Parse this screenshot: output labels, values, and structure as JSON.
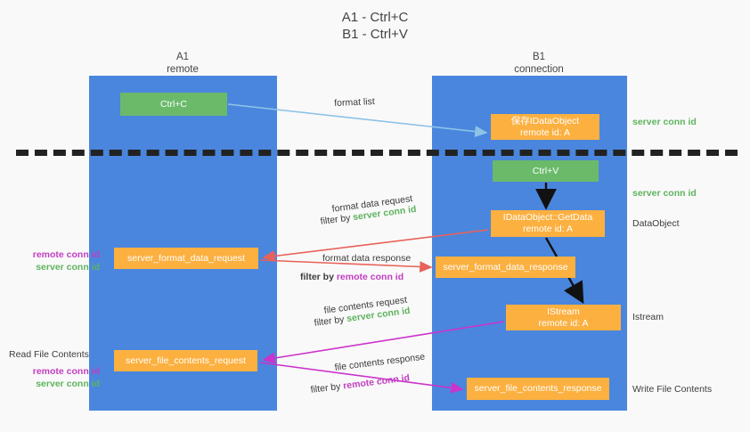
{
  "title": {
    "line1": "A1 - Ctrl+C",
    "line2": "B1 - Ctrl+V"
  },
  "columns": [
    {
      "name": "A1",
      "sub": "remote"
    },
    {
      "name": "B1",
      "sub": "connection"
    }
  ],
  "colors": {
    "lane": "#4a86dd",
    "green_box": "#6aba6a",
    "orange_box": "#fbb040",
    "server_conn_id": "#5fb35f",
    "remote_conn_id": "#c13ec1",
    "format_list_arrow": "#8ec3e8",
    "format_data_arrow": "#e8625a",
    "file_contents_arrow": "#cc33cc",
    "black_arrow": "#000000",
    "divider": "#222222",
    "background": "#f9f9f9",
    "text": "#3c3c3c"
  },
  "boxes": {
    "ctrl_c": "Ctrl+C",
    "ctrl_v": "Ctrl+V",
    "save_idataobject_l1": "保存IDataObject",
    "save_idataobject_l2": "remote id: A",
    "getdata_l1": "IDataObject::GetData",
    "getdata_l2": "remote id: A",
    "istream_l1": "IStream",
    "istream_l2": "remote id: A",
    "server_format_data_request": "server_format_data_request",
    "server_format_data_response": "server_format_data_response",
    "server_file_contents_request": "server_file_contents_request",
    "server_file_contents_response": "server_file_contents_response"
  },
  "flows": {
    "format_list": "format list",
    "format_data_request": "format data request",
    "format_data_filter_prefix": "filter by ",
    "format_data_filter_server": "server conn id",
    "format_data_response": "format data response",
    "format_data_response_filter_prefix": "filter by ",
    "format_data_response_filter_remote": "remote conn id",
    "file_contents_request": "file contents request",
    "file_contents_filter_prefix": "filter by ",
    "file_contents_filter_server": "server conn id",
    "file_contents_response": "file contents response",
    "file_contents_response_filter_prefix": "filter by ",
    "file_contents_response_filter_remote": "remote conn id"
  },
  "annotations": {
    "right": [
      "server conn id",
      "server conn id",
      "DataObject",
      "Istream",
      "Write File Contents"
    ],
    "left": {
      "remote_conn_id": "remote conn id",
      "server_conn_id": "server conn id",
      "read_file_contents": "Read File Contents"
    }
  }
}
